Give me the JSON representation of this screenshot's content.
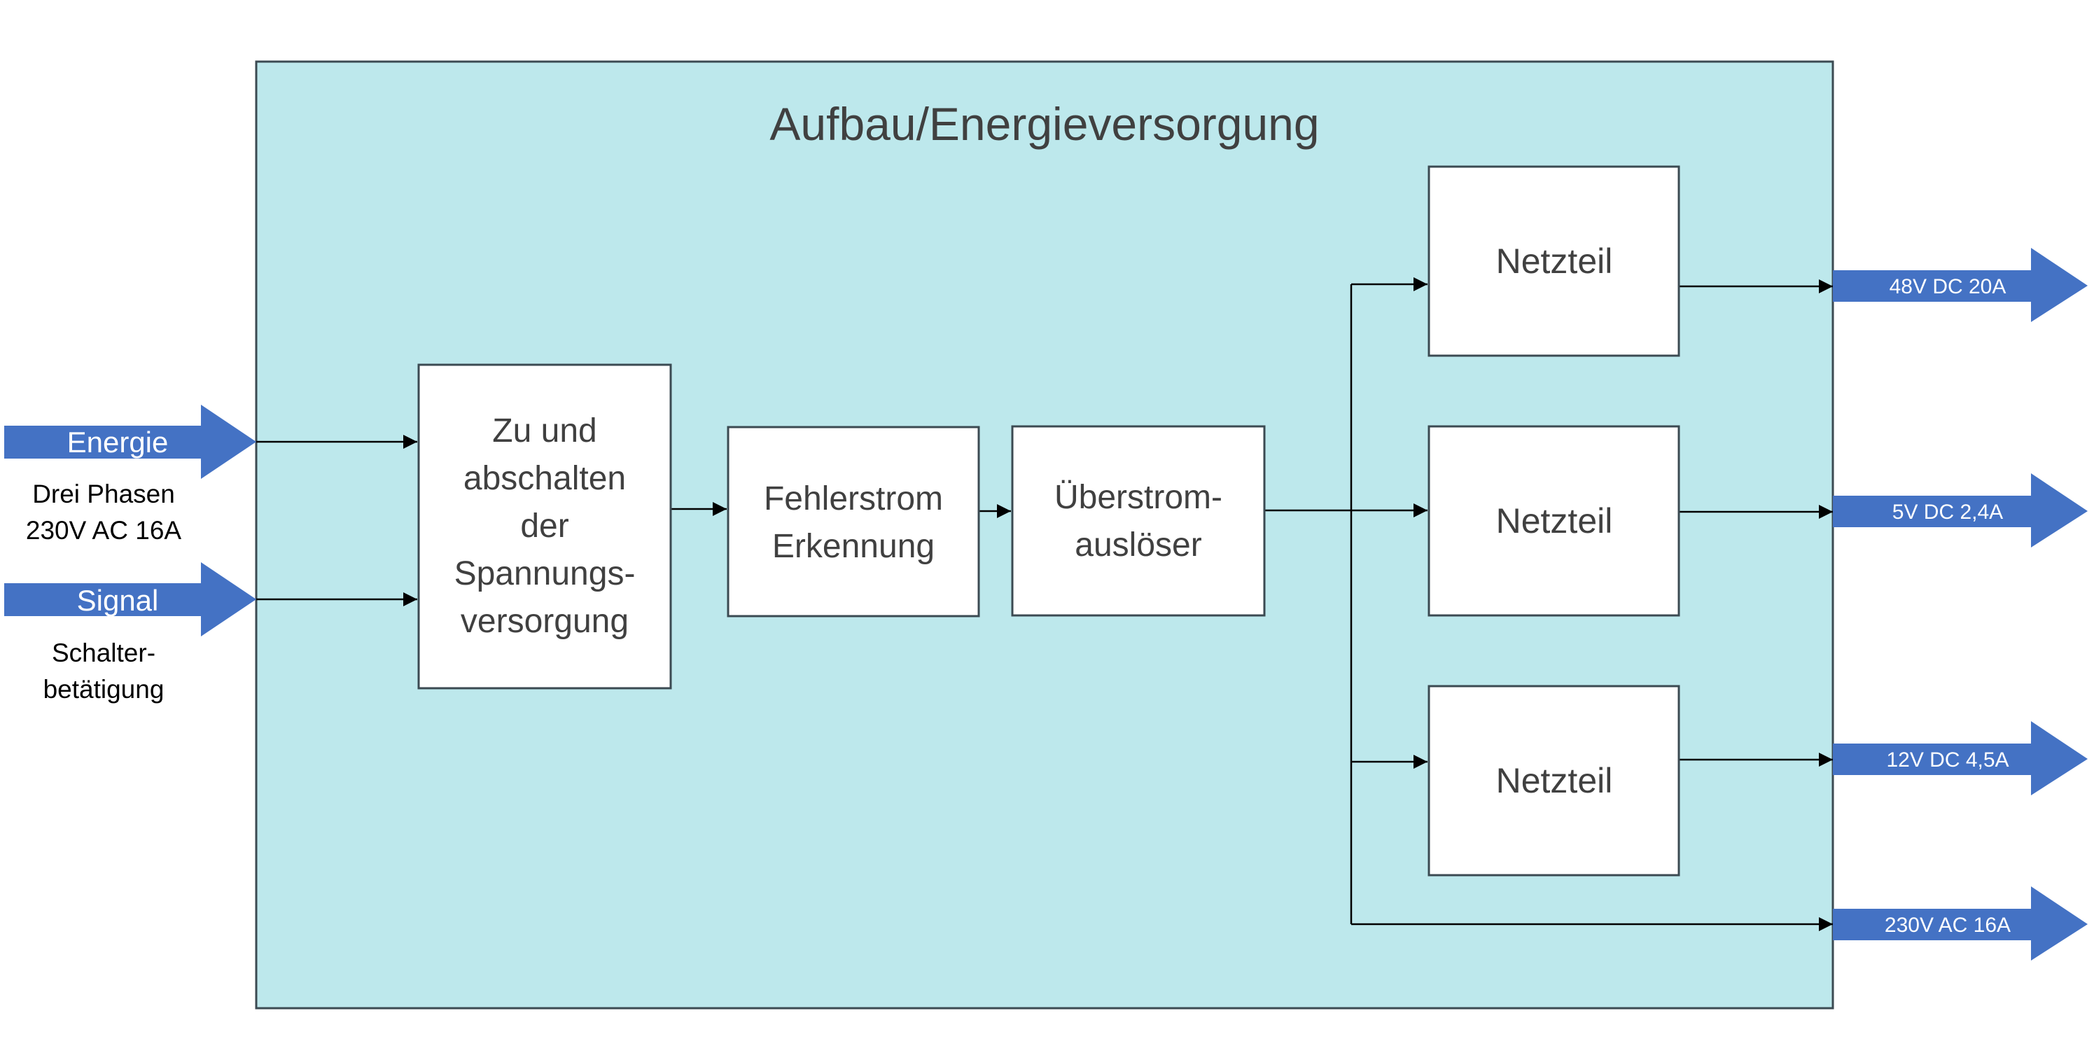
{
  "title": "Aufbau/Energieversorgung",
  "colors": {
    "container_fill": "#bde8ec",
    "container_stroke": "#3b4a52",
    "box_fill": "#ffffff",
    "arrow_fill": "#4472c4",
    "line": "#000000",
    "text": "#404040"
  },
  "inputs": {
    "energy": {
      "label": "Energie",
      "caption_lines": [
        "Drei Phasen",
        "230V AC 16A"
      ]
    },
    "signal": {
      "label": "Signal",
      "caption_lines": [
        "Schalter-",
        "betätigung"
      ]
    }
  },
  "blocks": {
    "switch": {
      "lines": [
        "Zu und",
        "abschalten",
        "der",
        "Spannungs-",
        "versorgung"
      ]
    },
    "rcd": {
      "lines": [
        "Fehlerstrom",
        "Erkennung"
      ]
    },
    "overcurrent": {
      "lines": [
        "Überstrom-",
        "auslöser"
      ]
    },
    "psu_1": {
      "label": "Netzteil"
    },
    "psu_2": {
      "label": "Netzteil"
    },
    "psu_3": {
      "label": "Netzteil"
    }
  },
  "outputs": {
    "out_48v": {
      "label": "48V DC 20A"
    },
    "out_5v": {
      "label": "5V DC 2,4A"
    },
    "out_12v": {
      "label": "12V DC 4,5A"
    },
    "out_230v": {
      "label": "230V AC 16A"
    }
  }
}
